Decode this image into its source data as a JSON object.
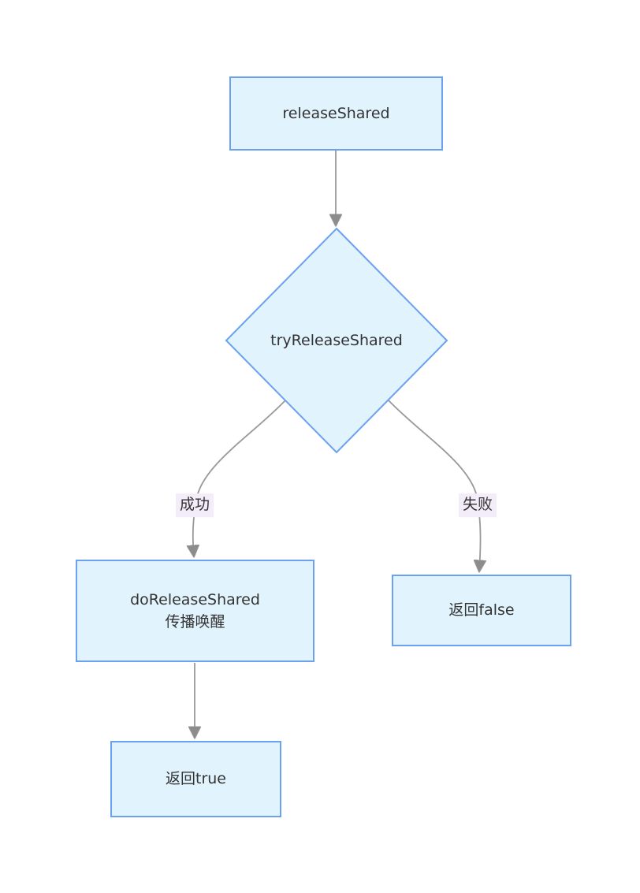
{
  "diagram": {
    "type": "flowchart",
    "direction": "top-down",
    "nodes": [
      {
        "id": "releaseShared",
        "shape": "rectangle",
        "label": "releaseShared"
      },
      {
        "id": "tryReleaseShared",
        "shape": "diamond",
        "label": "tryReleaseShared"
      },
      {
        "id": "doReleaseShared",
        "shape": "rectangle",
        "label": "doReleaseShared\n传播唤醒"
      },
      {
        "id": "returnFalse",
        "shape": "rectangle",
        "label": "返回false"
      },
      {
        "id": "returnTrue",
        "shape": "rectangle",
        "label": "返回true"
      }
    ],
    "edges": [
      {
        "from": "releaseShared",
        "to": "tryReleaseShared",
        "label": ""
      },
      {
        "from": "tryReleaseShared",
        "to": "doReleaseShared",
        "label": "成功"
      },
      {
        "from": "tryReleaseShared",
        "to": "returnFalse",
        "label": "失败"
      },
      {
        "from": "doReleaseShared",
        "to": "returnTrue",
        "label": ""
      }
    ],
    "colors": {
      "canvas_bg": "#ffffff",
      "node_fill": "#e1f3fc",
      "node_border": "#6ba1f0",
      "edge_stroke": "#999999",
      "arrow_fill": "#8c8c8c",
      "text": "#333333",
      "edge_label_bg": "#f2edf9"
    }
  }
}
